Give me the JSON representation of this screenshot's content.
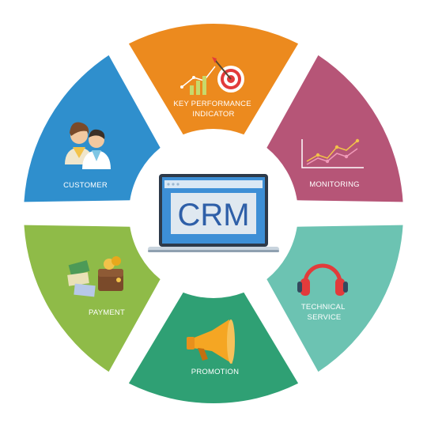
{
  "center": {
    "title": "CRM"
  },
  "segments": [
    {
      "key": "kpi",
      "label_lines": [
        "KEY PERFORMANCE",
        "INDICATOR"
      ],
      "color": "#ec8a1e",
      "icon": "target-chart-icon"
    },
    {
      "key": "monitoring",
      "label_lines": [
        "MONITORING"
      ],
      "color": "#b65577",
      "icon": "line-chart-icon"
    },
    {
      "key": "technical",
      "label_lines": [
        "TECHNICAL",
        "SERVICE"
      ],
      "color": "#6cc3b2",
      "icon": "headphones-icon"
    },
    {
      "key": "promotion",
      "label_lines": [
        "PROMOTION"
      ],
      "color": "#2fa074",
      "icon": "megaphone-icon"
    },
    {
      "key": "payment",
      "label_lines": [
        "PAYMENT"
      ],
      "color": "#8fbb48",
      "icon": "wallet-money-icon"
    },
    {
      "key": "customer",
      "label_lines": [
        "CUSTOMER"
      ],
      "color": "#2f8fcd",
      "icon": "customers-icon"
    }
  ]
}
